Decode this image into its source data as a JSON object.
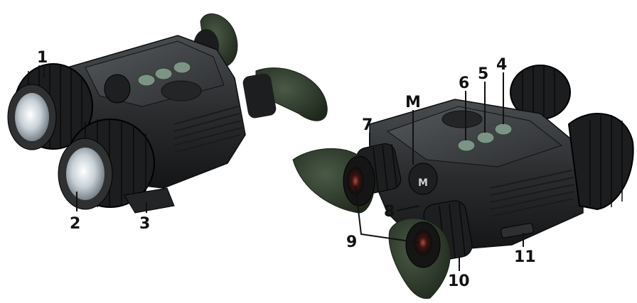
{
  "diagram": {
    "callouts": [
      {
        "id": "1",
        "label": "1"
      },
      {
        "id": "2",
        "label": "2"
      },
      {
        "id": "3",
        "label": "3"
      },
      {
        "id": "4",
        "label": "4"
      },
      {
        "id": "5",
        "label": "5"
      },
      {
        "id": "6",
        "label": "6"
      },
      {
        "id": "7",
        "label": "7"
      },
      {
        "id": "M",
        "label": "M"
      },
      {
        "id": "8",
        "label": "8"
      },
      {
        "id": "9",
        "label": "9"
      },
      {
        "id": "10",
        "label": "10"
      },
      {
        "id": "11",
        "label": "11"
      }
    ],
    "knob_mark": "M"
  },
  "colors": {
    "body": "#2a2c2e",
    "body_dark": "#141516",
    "body_light": "#4a4d50",
    "eyecup": "#2e3a2c",
    "button": "#7c9486",
    "lens": "#c8d2d8"
  }
}
